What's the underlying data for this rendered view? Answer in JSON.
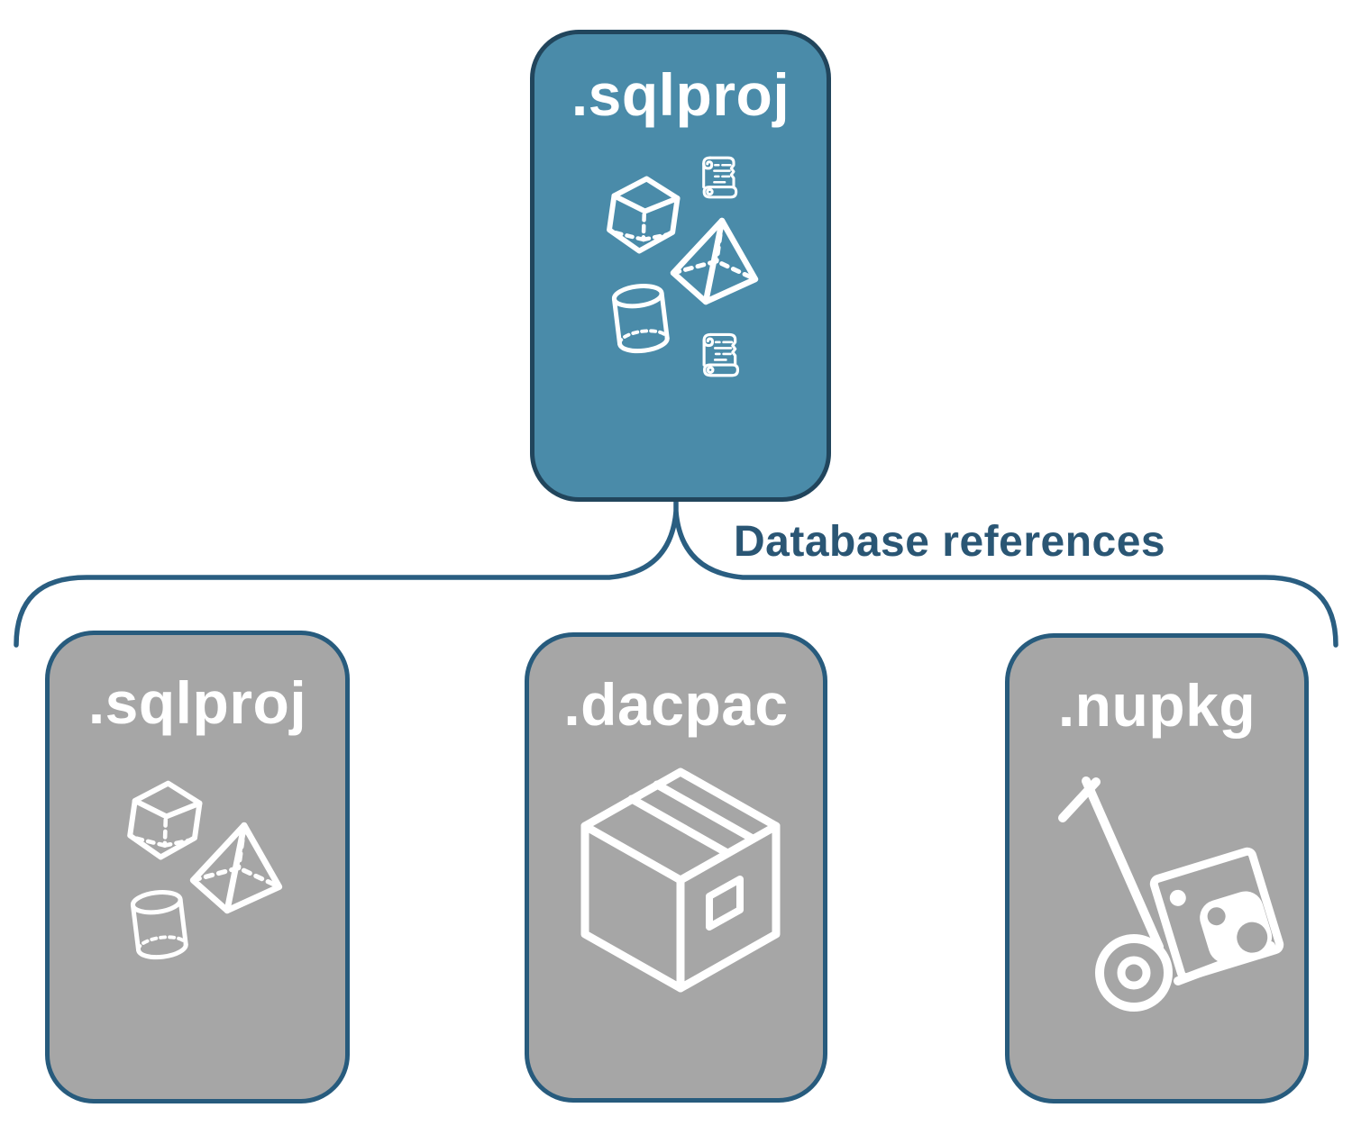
{
  "connector": {
    "label": "Database references"
  },
  "nodes": [
    {
      "id": "sqlproj-source",
      "label": ".sqlproj",
      "icons": [
        "script-scroll-icon",
        "cube-icon",
        "pyramid-icon",
        "cylinder-icon",
        "script-scroll-icon"
      ]
    },
    {
      "id": "sqlproj-reference",
      "label": ".sqlproj",
      "icons": [
        "cube-icon",
        "pyramid-icon",
        "cylinder-icon"
      ]
    },
    {
      "id": "dacpac-reference",
      "label": ".dacpac",
      "icons": [
        "package-box-icon"
      ]
    },
    {
      "id": "nupkg-reference",
      "label": ".nupkg",
      "icons": [
        "nuget-hand-truck-icon"
      ]
    }
  ],
  "colors": {
    "source_fill": "#4A8BA9",
    "source_border": "#21455C",
    "reference_fill": "#A6A6A6",
    "reference_border": "#275B7D",
    "connector_line": "#2A5E81",
    "connector_label_text": "#2A5674",
    "icon_stroke": "#FFFFFF",
    "background": "#FFFFFF"
  }
}
